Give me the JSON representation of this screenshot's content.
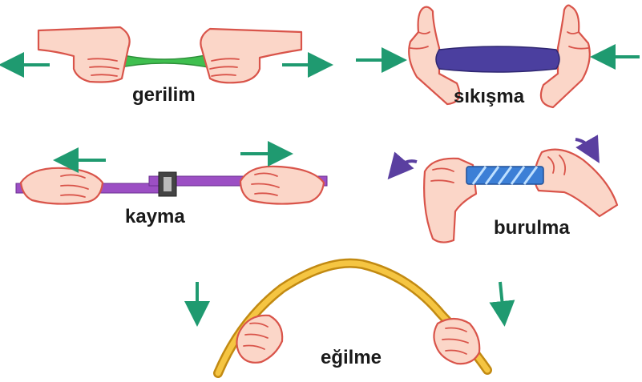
{
  "labels": {
    "tension": "gerilim",
    "compression": "sıkışma",
    "shear": "kayma",
    "torsion": "burulma",
    "bending": "eğilme"
  },
  "colors": {
    "arrow": "#1f9a70",
    "tension_band": "#3fbf4f",
    "compression_bar": "#4b3f9f",
    "shear_bar": "#9c4fc4",
    "torsion_rope": "#3c7fd6",
    "bending_rod": "#f0b428",
    "skin": "#fbd6c8",
    "skin_outline": "#d9544a",
    "twist_arrow": "#5a3fa0"
  },
  "icons": [
    "arrow-left-icon",
    "arrow-right-icon",
    "arrow-down-icon",
    "curved-arrow-icon",
    "hand-icon"
  ]
}
